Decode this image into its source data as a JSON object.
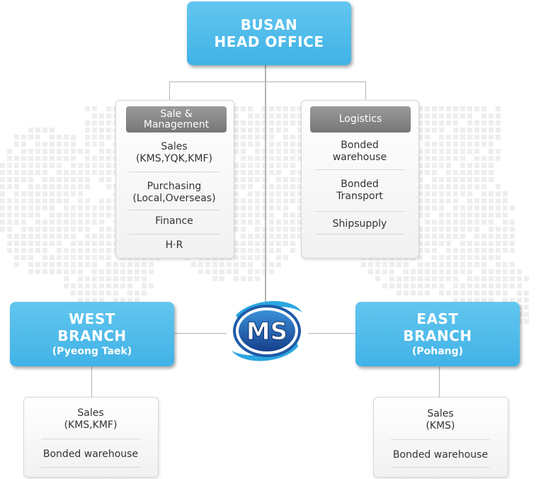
{
  "head_office": {
    "line1": "BUSAN",
    "line2": "HEAD OFFICE"
  },
  "sale_management": {
    "header_line1": "Sale &",
    "header_line2": "Management",
    "items": [
      {
        "line1": "Sales",
        "line2": "(KMS,YQK,KMF)"
      },
      {
        "line1": "Purchasing",
        "line2": "(Local,Overseas)"
      },
      {
        "line1": "Finance"
      },
      {
        "line1": "H·R"
      }
    ]
  },
  "logistics": {
    "header": "Logistics",
    "items": [
      {
        "line1": "Bonded",
        "line2": "warehouse"
      },
      {
        "line1": "Bonded",
        "line2": "Transport"
      },
      {
        "line1": "Shipsupply"
      }
    ]
  },
  "west_branch": {
    "line1": "WEST",
    "line2": "BRANCH",
    "location": "(Pyeong Taek)",
    "items": [
      {
        "line1": "Sales",
        "line2": "(KMS,KMF)"
      },
      {
        "line1": "Bonded warehouse"
      }
    ]
  },
  "east_branch": {
    "line1": "EAST",
    "line2": "BRANCH",
    "location": "(Pohang)",
    "items": [
      {
        "line1": "Sales",
        "line2": "(KMS)"
      },
      {
        "line1": "Bonded warehouse"
      }
    ]
  },
  "logo": {
    "text": "MS"
  },
  "colors": {
    "blue_box": "#4db9ea",
    "header_gray": "#888888",
    "logo_blue": "#1f5aa8",
    "logo_swoosh": "#2aa6e0"
  }
}
